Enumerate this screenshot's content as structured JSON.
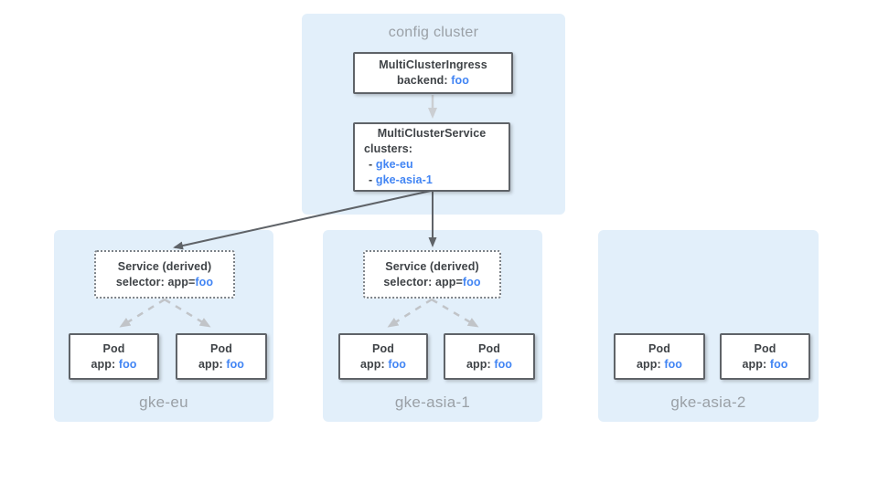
{
  "colors": {
    "cluster_fill": "#E2EFFA",
    "node_border": "#5F6368",
    "text_dark": "#3F4347",
    "text_blue": "#4285F4",
    "text_gray": "#9AA0A6"
  },
  "config_cluster": {
    "label": "config cluster",
    "multi_cluster_ingress": {
      "title": "MultiClusterIngress",
      "backend_label": "backend:",
      "backend_value": "foo"
    },
    "multi_cluster_service": {
      "title": "MultiClusterService",
      "clusters_label": "clusters:",
      "items": [
        {
          "bullet": "-",
          "name": "gke-eu"
        },
        {
          "bullet": "-",
          "name": "gke-asia-1"
        }
      ]
    }
  },
  "clusters": [
    {
      "name": "gke-eu",
      "service": {
        "title": "Service (derived)",
        "selector_label": "selector: app=",
        "selector_value": "foo"
      },
      "pods": [
        {
          "title": "Pod",
          "app_label": "app:",
          "app_value": "foo"
        },
        {
          "title": "Pod",
          "app_label": "app:",
          "app_value": "foo"
        }
      ]
    },
    {
      "name": "gke-asia-1",
      "service": {
        "title": "Service (derived)",
        "selector_label": "selector: app=",
        "selector_value": "foo"
      },
      "pods": [
        {
          "title": "Pod",
          "app_label": "app:",
          "app_value": "foo"
        },
        {
          "title": "Pod",
          "app_label": "app:",
          "app_value": "foo"
        }
      ]
    },
    {
      "name": "gke-asia-2",
      "pods": [
        {
          "title": "Pod",
          "app_label": "app:",
          "app_value": "foo"
        },
        {
          "title": "Pod",
          "app_label": "app:",
          "app_value": "foo"
        }
      ]
    }
  ]
}
